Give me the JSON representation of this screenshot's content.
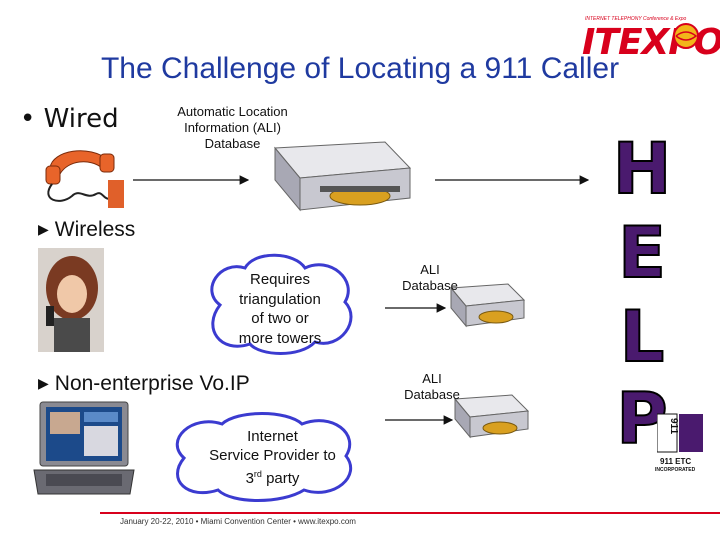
{
  "slide": {
    "title": "The Challenge of Locating a  911 Caller",
    "wired_label": "Wired",
    "wireless_label": "Wireless",
    "voip_label": "Non-enterprise Vo.IP",
    "ali_main_label": "Automatic Location Information (ALI) Database",
    "cloud_wireless": [
      "Requires",
      "triangulation",
      "of two or",
      "more towers"
    ],
    "cloud_voip_line1": "Internet",
    "cloud_voip_line2": "Service Provider to",
    "cloud_voip_line3_sup": "rd",
    "cloud_voip_line3_pre": "3",
    "cloud_voip_line3_post": " party",
    "ali_db_label": [
      "ALI",
      "Database"
    ],
    "help_letters": [
      "H",
      "E",
      "L",
      "P"
    ]
  },
  "logo": {
    "name": "ITEXPO",
    "tagline": "INTERNET TELEPHONY Conference & Expo",
    "badge": "911 ETC",
    "badge_sub": "INCORPORATED",
    "badge_number": "911"
  },
  "footer": {
    "text": "January 20-22, 2010  •  Miami Convention Center  •  www.itexpo.com"
  },
  "colors": {
    "title": "#1f3aa0",
    "help": "#4a1a6e",
    "logo": "#d8001c",
    "cloud_outline": "#3b3bd0"
  }
}
